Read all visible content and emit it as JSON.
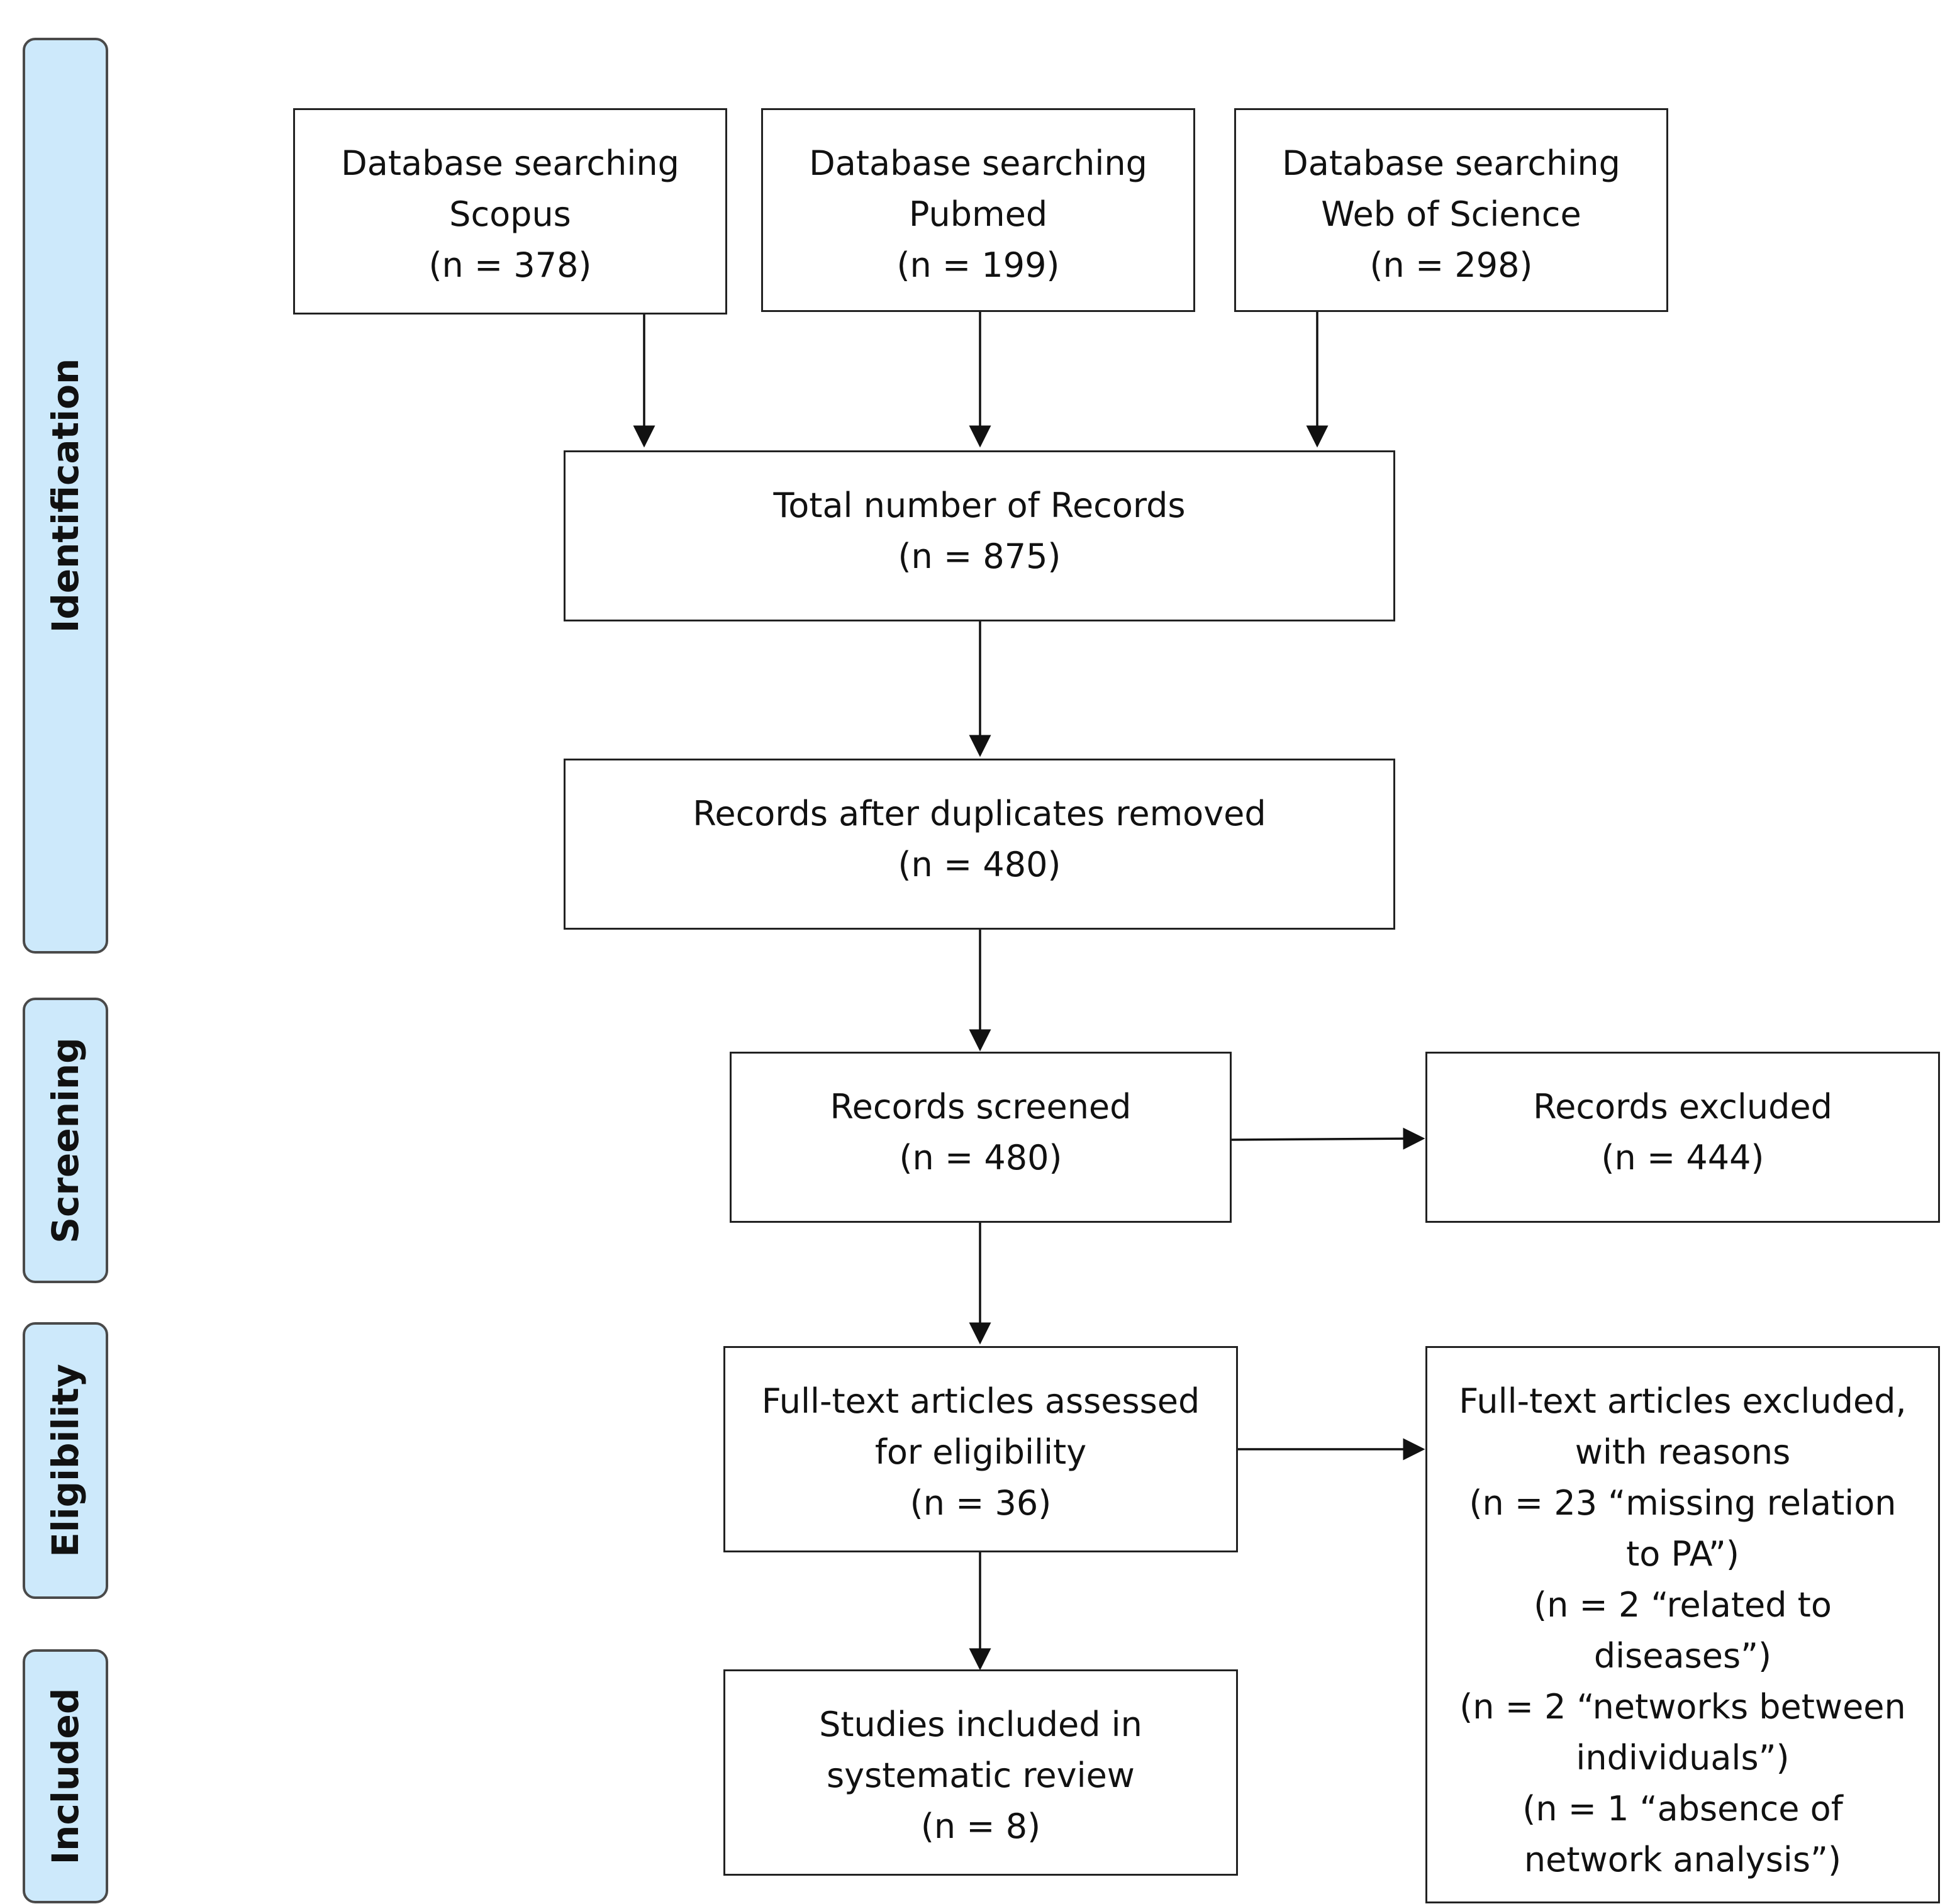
{
  "stages": {
    "identification": "Identification",
    "screening": "Screening",
    "eligibility": "Eligibility",
    "included": "Included"
  },
  "boxes": {
    "scopus": {
      "line1": "Database searching",
      "line2": "Scopus",
      "line3": "(n = 378)"
    },
    "pubmed": {
      "line1": "Database searching",
      "line2": "Pubmed",
      "line3": "(n = 199)"
    },
    "wos": {
      "line1": "Database searching",
      "line2": "Web of Science",
      "line3": "(n = 298)"
    },
    "total": {
      "line1": "Total number of Records",
      "line2": "(n = 875)"
    },
    "deduplicated": {
      "line1": "Records after duplicates removed",
      "line2": "(n = 480)"
    },
    "screened": {
      "line1": "Records screened",
      "line2": "(n = 480)"
    },
    "excluded": {
      "line1": "Records excluded",
      "line2": "(n = 444)"
    },
    "fulltext": {
      "line1": "Full-text articles assessed",
      "line2": "for eligibility",
      "line3": "(n = 36)"
    },
    "fulltext_excluded": {
      "line1": "Full-text articles excluded,",
      "line2": "with reasons",
      "line3": "(n = 23 “missing relation",
      "line4": "to PA”)",
      "line5": "(n = 2 “related to",
      "line6": "diseases”)",
      "line7": "(n = 2 “networks between",
      "line8": "individuals”)",
      "line9": "(n = 1 “absence of",
      "line10": "network analysis”)"
    },
    "included": {
      "line1": "Studies included in",
      "line2": "systematic review",
      "line3": "(n = 8)"
    }
  }
}
